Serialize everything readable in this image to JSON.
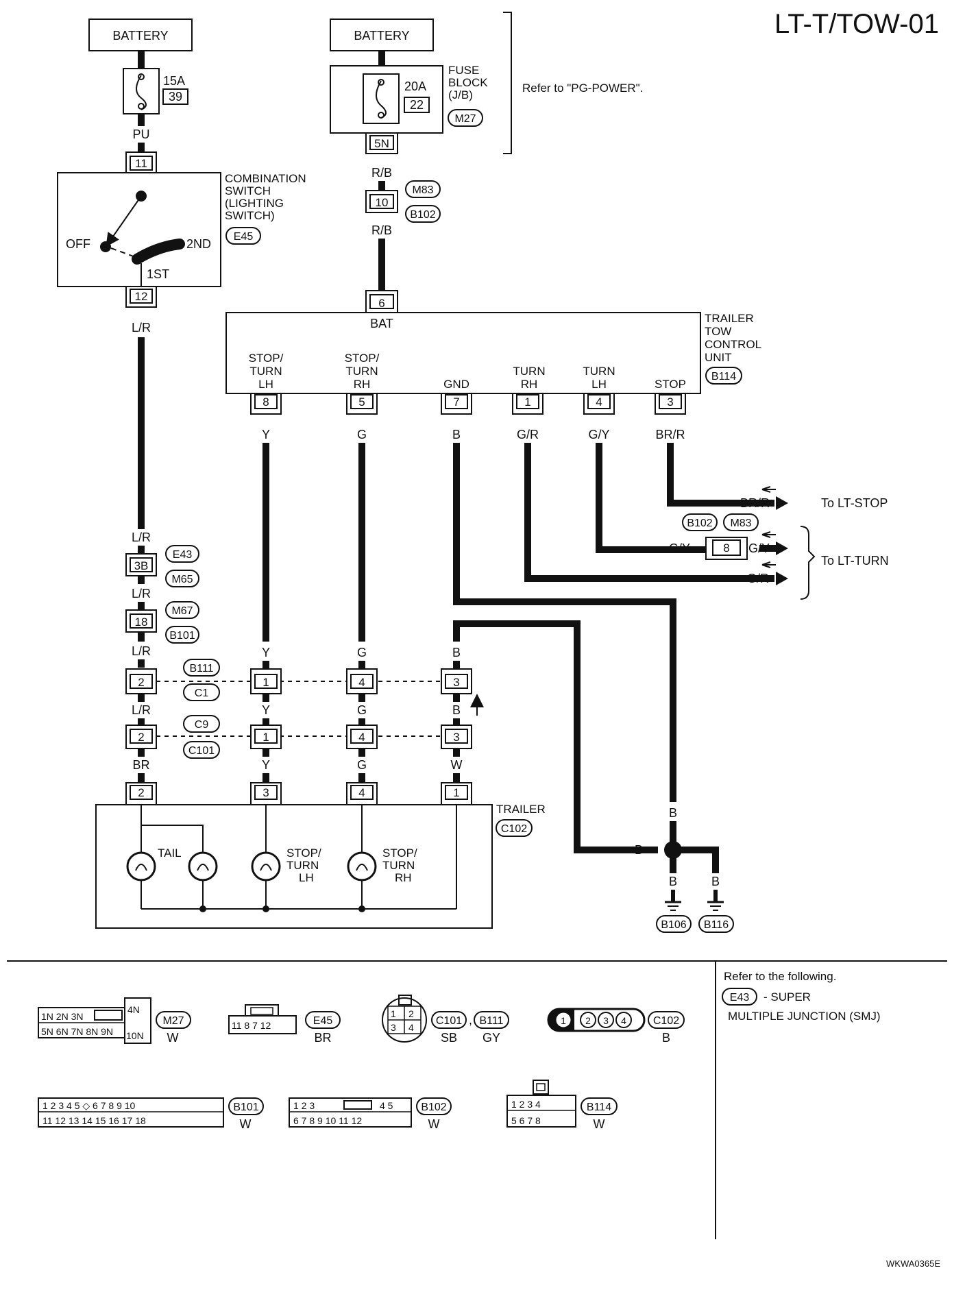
{
  "title": "LT-T/TOW-01",
  "battery": "BATTERY",
  "fuse1": {
    "amp": "15A",
    "num": "39"
  },
  "fuse2": {
    "amp": "20A",
    "num": "22"
  },
  "fuse_block": {
    "line1": "FUSE",
    "line2": "BLOCK",
    "line3": "(J/B)",
    "conn": "M27"
  },
  "refer_pg": "Refer to \"PG-POWER\".",
  "combo_switch": {
    "line1": "COMBINATION",
    "line2": "SWITCH",
    "line3": "(LIGHTING",
    "line4": "SWITCH)",
    "conn": "E45",
    "off": "OFF",
    "first": "1ST",
    "second": "2ND"
  },
  "tcu": {
    "line1": "TRAILER",
    "line2": "TOW",
    "line3": "CONTROL",
    "line4": "UNIT",
    "conn": "B114",
    "bat": "BAT"
  },
  "tcu_terms": {
    "stop_turn_lh": [
      "STOP/",
      "TURN",
      "LH"
    ],
    "stop_turn_rh": [
      "STOP/",
      "TURN",
      "RH"
    ],
    "gnd": "GND",
    "turn_rh": [
      "TURN",
      "RH"
    ],
    "turn_lh": [
      "TURN",
      "LH"
    ],
    "stop": "STOP"
  },
  "pins": {
    "p11": "11",
    "p12": "12",
    "p5n": "5N",
    "p10": "10",
    "p6": "6",
    "p8": "8",
    "p5": "5",
    "p7": "7",
    "p1": "1",
    "p4": "4",
    "p3": "3",
    "p3b": "3B",
    "p18": "18",
    "p2": "2"
  },
  "wires": {
    "pu": "PU",
    "rb": "R/B",
    "lr": "L/R",
    "y": "Y",
    "g": "G",
    "b": "B",
    "gr": "G/R",
    "gy": "G/Y",
    "brr": "BR/R",
    "br": "BR",
    "w": "W"
  },
  "conns": {
    "m83": "M83",
    "b102": "B102",
    "e43": "E43",
    "m65": "M65",
    "m67": "M67",
    "b101": "B101",
    "b111": "B111",
    "c1": "C1",
    "c9": "C9",
    "c101": "C101",
    "c102": "C102",
    "b106": "B106",
    "b116": "B116"
  },
  "to_lt_stop": "To LT-STOP",
  "to_lt_turn": "To LT-TURN",
  "trailer": {
    "label": "TRAILER",
    "tail": "TAIL",
    "stop": "STOP/",
    "turn": "TURN",
    "lh": "LH",
    "rh": "RH"
  },
  "legend": {
    "refer": "Refer to the following.",
    "e43": "E43",
    "super": "- SUPER",
    "smj": "MULTIPLE JUNCTION (SMJ)"
  },
  "connectors": {
    "m27": {
      "tag": "M27",
      "color": "W"
    },
    "e45": {
      "tag": "E45",
      "color": "BR"
    },
    "c101": {
      "tag": "C101",
      "color": "SB"
    },
    "b111": {
      "tag": "B111",
      "color": "GY"
    },
    "c102": {
      "tag": "C102",
      "color": "B"
    },
    "b101": {
      "tag": "B101",
      "color": "W"
    },
    "b102": {
      "tag": "B102",
      "color": "W"
    },
    "b114": {
      "tag": "B114",
      "color": "W"
    }
  },
  "footer_code": "WKWA0365E"
}
